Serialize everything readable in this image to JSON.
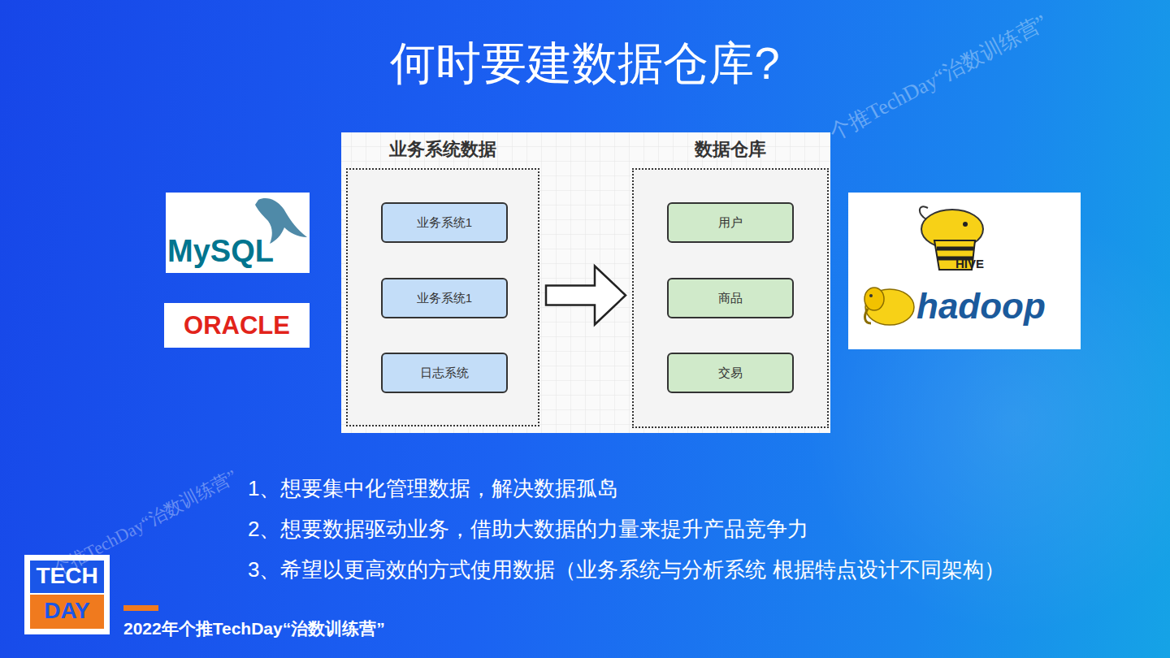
{
  "diagram": {
    "title": "何时要建数据仓库?",
    "caption": "2022年个推TechDay“治数训练营”",
    "nodes": [
      {
        "text": [
          "业务系统数据"
        ]
      },
      {
        "text": [
          "业务系统1"
        ],
        "in": 0
      },
      {
        "text": [
          "业务系统1"
        ],
        "in": 0
      },
      {
        "text": [
          "日志系统"
        ],
        "in": 0
      },
      {
        "text": [
          "数据仓库"
        ]
      },
      {
        "text": [
          "用户"
        ],
        "in": 4
      },
      {
        "text": [
          "商品"
        ],
        "in": 4
      },
      {
        "text": [
          "交易"
        ],
        "in": 4
      }
    ],
    "edges": [
      {
        "from": 0,
        "to": 4,
        "arrow": "to"
      }
    ],
    "labels": [
      "个推TechDay“治数训练营”",
      "个推TechDay“治数训练营”",
      "MySQL",
      "ORACLE",
      "HIVE",
      "hadoop",
      "1、想要集中化管理数据，解决数据孤岛",
      "2、想要数据驱动业务，借助大数据的力量来提升产品竞争力",
      "3、希望以更高效的方式使用数据（业务系统与分析系统 根据特点设计不同架构）",
      "TECH",
      "DAY"
    ]
  }
}
